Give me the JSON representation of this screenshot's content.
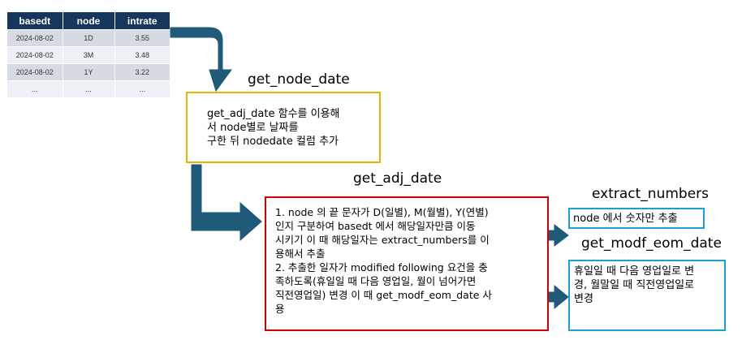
{
  "table": {
    "headers": [
      "basedt",
      "node",
      "intrate"
    ],
    "rows": [
      [
        "2024-08-02",
        "1D",
        "3.55"
      ],
      [
        "2024-08-02",
        "3M",
        "3.48"
      ],
      [
        "2024-08-02",
        "1Y",
        "3.22"
      ],
      [
        "...",
        "...",
        "..."
      ]
    ]
  },
  "labels": {
    "get_node_date": "get_node_date",
    "get_adj_date": "get_adj_date",
    "extract_numbers": "extract_numbers",
    "get_modf_eom_date": "get_modf_eom_date"
  },
  "boxes": {
    "node_date": [
      "get_adj_date 함수를 이용해",
      "서 node별로 날짜를",
      "구한 뒤 nodedate 컬럼 추가"
    ],
    "adj_date": [
      "1. node 의 끝 문자가 D(일별), M(월별), Y(연별)",
      "인지 구분하여 basedt 에서 해당일자만큼 이동",
      "시키기 이 때 해당일자는 extract_numbers를 이",
      "용해서 추출",
      "2. 추출한 일자가 modified following 요건을 충",
      "족하도록(휴일일 때 다음 영업일, 월이 넘어가면",
      "직전영업일) 변경 이 때 get_modf_eom_date 사",
      "용"
    ],
    "extract_numbers": [
      "node 에서 숫자만 추출"
    ],
    "modf_eom": [
      "휴일일 때 다음 영업일로 변",
      "경, 월말일 때 직전영업일로",
      "변경"
    ]
  },
  "colors": {
    "arrow": "#1f5a78",
    "table_header": "#17365d",
    "yellow_border": "#e8b400",
    "red_border": "#d40000",
    "cyan_border": "#1e9fd4"
  }
}
